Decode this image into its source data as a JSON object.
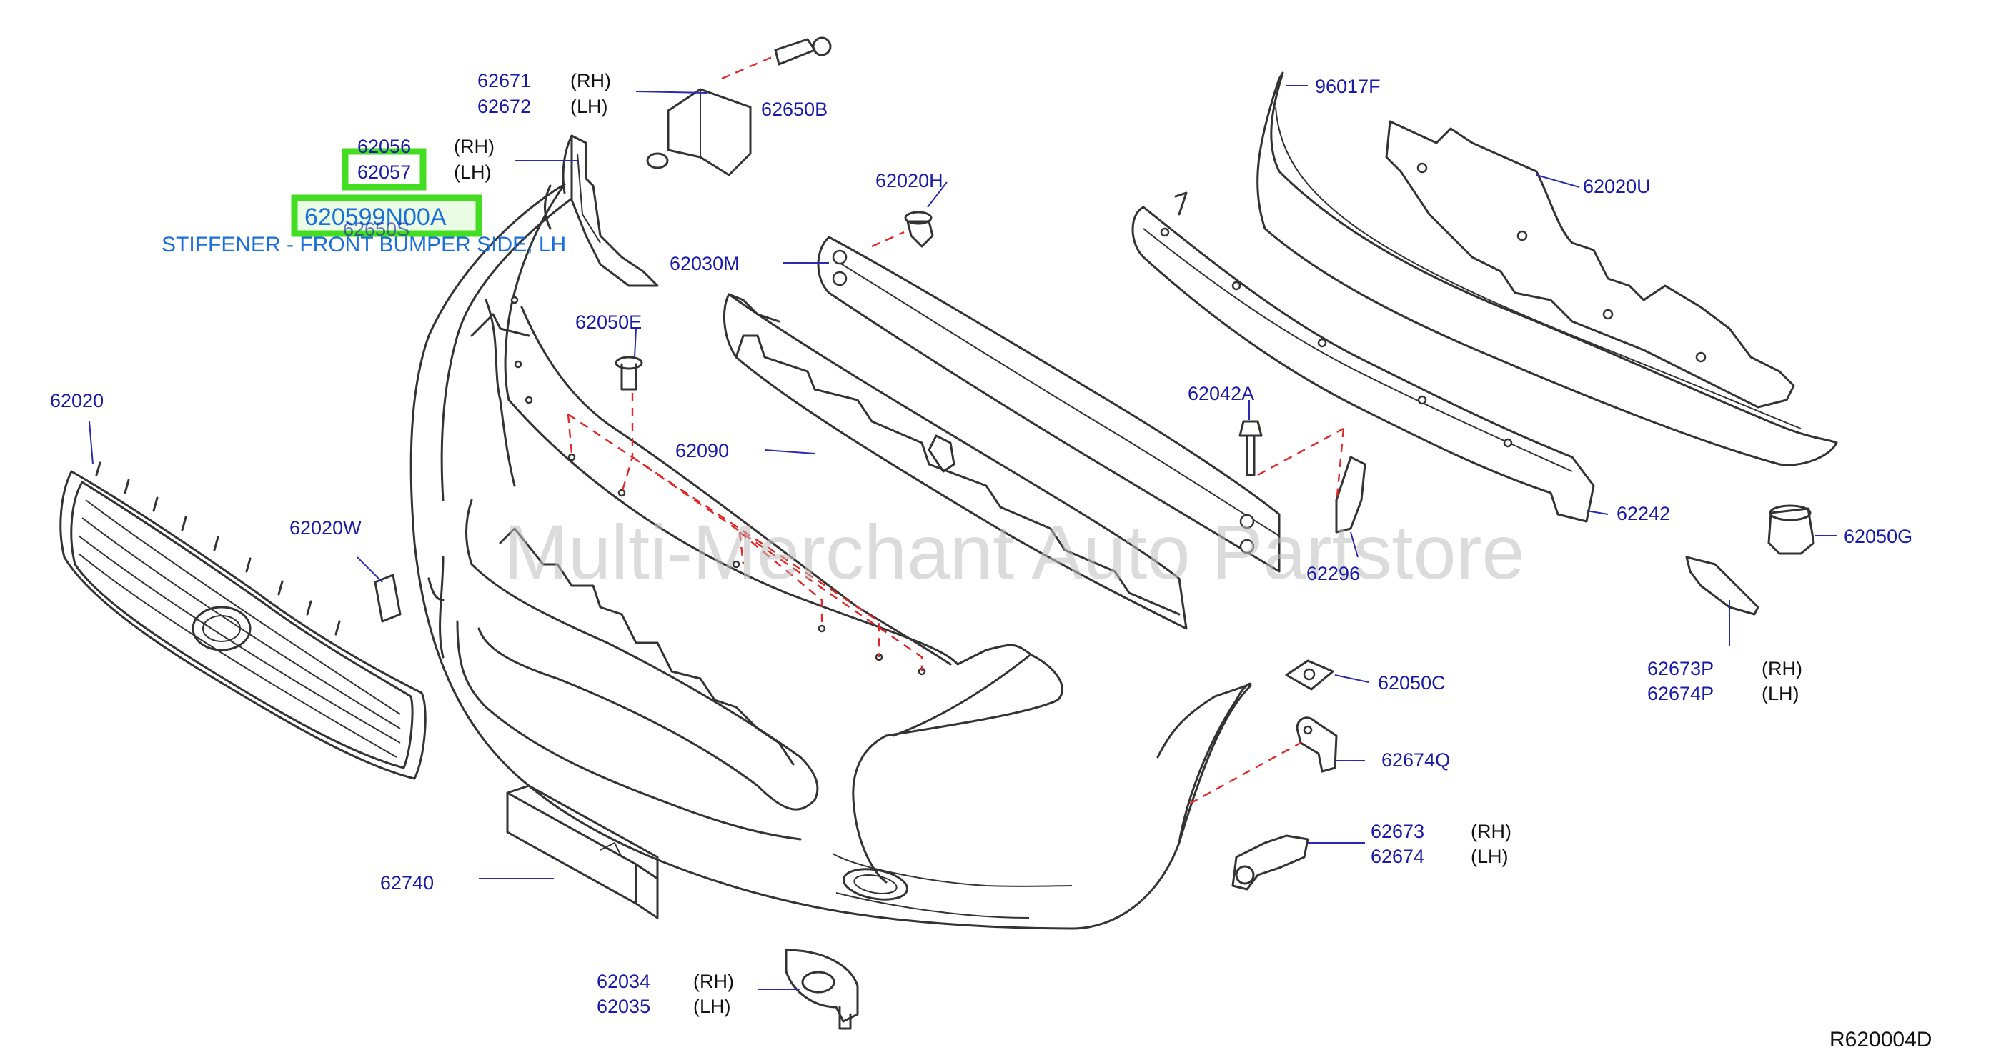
{
  "watermark": "Multi-Merchant Auto Partstore",
  "diagram_code": "R620004D",
  "highlight": {
    "part_number": "620599N00A",
    "description": "STIFFENER - FRONT BUMPER SIDE, LH",
    "highlight_color": "#44dd22",
    "text_color": "#1a6fd8"
  },
  "colors": {
    "part_number_text": "#1a1aa8",
    "leader_line": "#2a2ab0",
    "dashed_guide": "#e02828",
    "outline": "#333333"
  },
  "labels": {
    "p62671": "62671",
    "p62672": "62672",
    "p62056": "62056",
    "p62057": "62057",
    "p62650S": "62650S",
    "p62650B": "62650B",
    "p62020H": "62020H",
    "p62030M": "62030M",
    "p96017F": "96017F",
    "p62020U": "62020U",
    "p62050E": "62050E",
    "p62020": "62020",
    "p62090": "62090",
    "p62042A": "62042A",
    "p62242": "62242",
    "p62020W": "62020W",
    "p62296": "62296",
    "p62050G": "62050G",
    "p62673P": "62673P",
    "p62674P": "62674P",
    "p62050C": "62050C",
    "p62674Q": "62674Q",
    "p62673": "62673",
    "p62674": "62674",
    "p62740": "62740",
    "p62034": "62034",
    "p62035": "62035"
  },
  "sides": {
    "rh": "(RH)",
    "lh": "(LH)"
  }
}
